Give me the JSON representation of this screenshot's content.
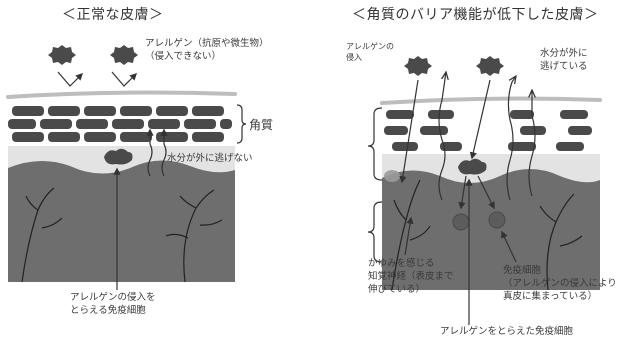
{
  "left_panel": {
    "title": "＜正常な皮膚＞",
    "allergen_label": [
      "アレルゲン（抗原や微生物）",
      "（侵入できない）"
    ],
    "stratum_label": "角質",
    "moisture_label": "水分が外に逃げない",
    "immune_label": [
      "アレルゲンの侵入を",
      "とらえる免疫細胞"
    ]
  },
  "right_panel": {
    "title": "＜角質のバリア機能が低下した皮膚＞",
    "allergen_label": [
      "アレルゲンの",
      "侵入"
    ],
    "moisture_label": [
      "水分が外に",
      "逃げている"
    ],
    "nerve_label": [
      "かゆみを感じる",
      "知覚神経（表皮まで",
      "伸びている）"
    ],
    "immune_label": [
      "免疫細胞",
      "（アレルゲンの侵入により",
      "真皮に集まっている）"
    ],
    "caught_label": "アレルゲンをとらえた免疫細胞"
  },
  "colors": {
    "line": "#333333",
    "brick": "#4a4a4a",
    "epidermis": "#e3e3e3",
    "dermis": "#6e6e6e",
    "spike": "#4a4a4a",
    "surface": "#bdbdbd",
    "cell_fill": "#5c5c5c"
  }
}
